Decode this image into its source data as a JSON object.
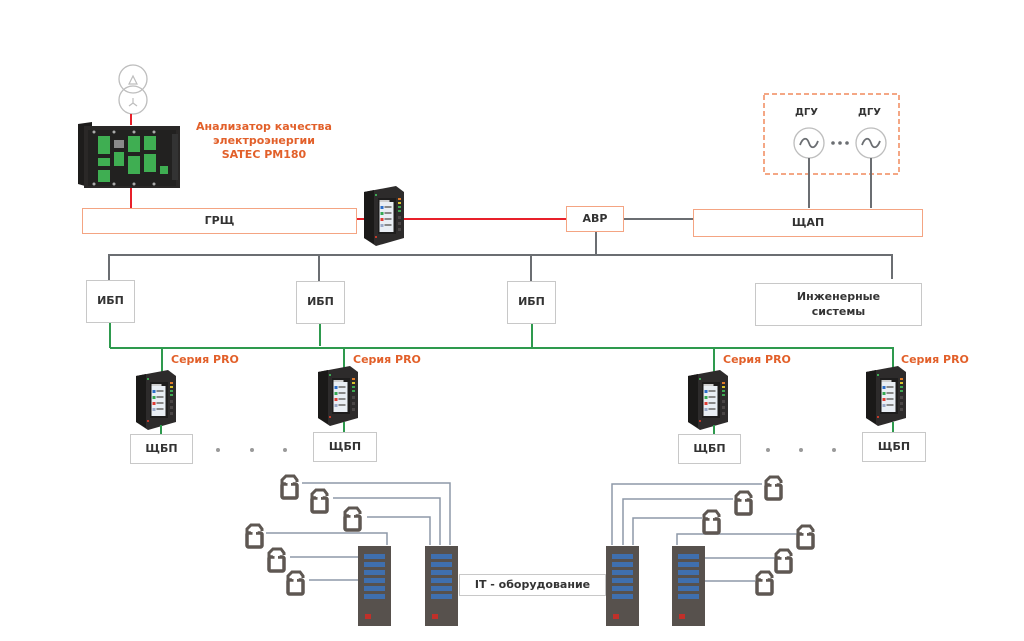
{
  "diagram": {
    "analyzer_caption": [
      "Анализатор качества",
      "электроэнергии",
      "SATEC PM180"
    ],
    "transformer": {
      "primary_symbol": "delta",
      "secondary_symbol": "wye"
    },
    "grsh_label": "ГРЩ",
    "avr_label": "АВР",
    "shap_label": "ЩАП",
    "dgu_group": {
      "generators": [
        "ДГУ",
        "ДГУ"
      ],
      "separator": "…"
    },
    "ups_boxes": [
      "ИБП",
      "ИБП",
      "ИБП"
    ],
    "engineering_systems_label": "Инженерные системы",
    "pro_series_label": "Серия PRO",
    "pro_meters": [
      "Серия PRO",
      "Серия PRO",
      "Серия PRO",
      "Серия PRO"
    ],
    "shbp_boxes": [
      "ЩБП",
      "ЩБП",
      "ЩБП",
      "ЩБП"
    ],
    "it_equipment_label": "IT - оборудование",
    "colors": {
      "accent_orange": "#e2602a",
      "box_border_orange": "#f4a482",
      "dashed_group_border": "#f08a5d",
      "power_line_red": "#e8202a",
      "bus_gray": "#6b6e72",
      "bus_green": "#2e9a4e",
      "rack_body": "#57514d",
      "rack_slot_blue": "#3f6fae",
      "rack_led_red": "#c0302a",
      "ct_clamp": "#5e5752",
      "ct_wire": "#8d99a8"
    }
  }
}
